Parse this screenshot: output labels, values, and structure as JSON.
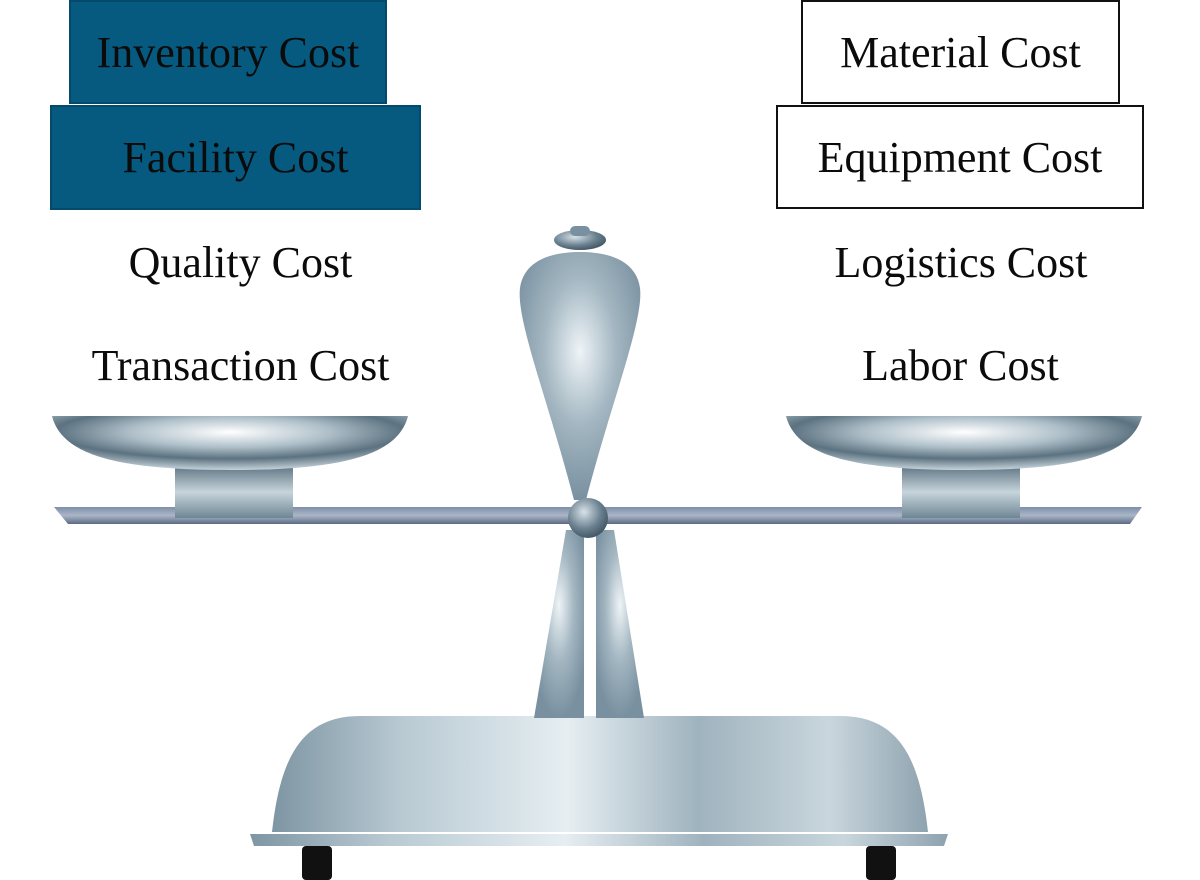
{
  "left_pan": {
    "blocks": [
      {
        "label": "Inventory Cost",
        "style": "dark"
      },
      {
        "label": "Facility Cost",
        "style": "light"
      },
      {
        "label": "Quality Cost",
        "style": "dark"
      },
      {
        "label": "Transaction Cost",
        "style": "light"
      }
    ]
  },
  "right_pan": {
    "blocks": [
      {
        "label": "Material Cost",
        "style": "light"
      },
      {
        "label": "Equipment Cost",
        "style": "dark"
      },
      {
        "label": "Logistics Cost",
        "style": "light"
      },
      {
        "label": "Labor Cost",
        "style": "dark"
      }
    ]
  },
  "colors": {
    "dark_block": "#065a80",
    "light_block": "#ffffff",
    "steel": "#a9bcc6"
  }
}
